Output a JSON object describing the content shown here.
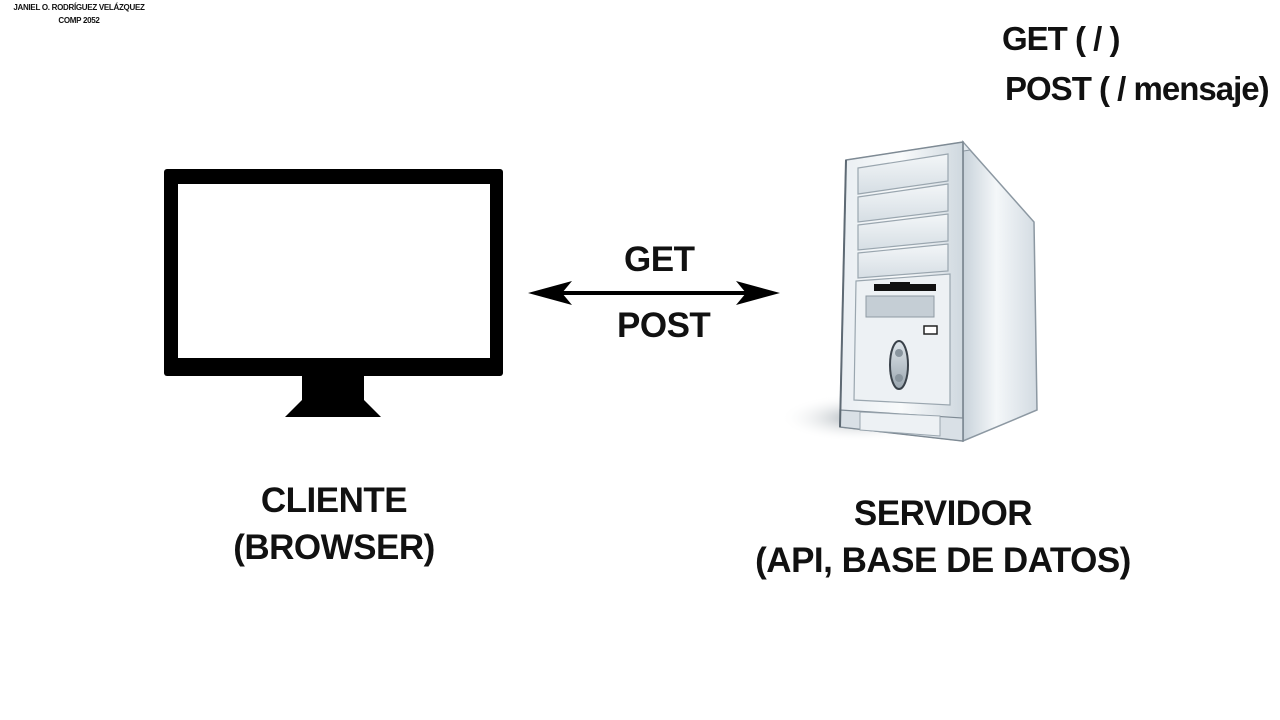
{
  "author": {
    "name": "JANIEL O. RODRÍGUEZ VELÁZQUEZ",
    "course": "COMP 2052"
  },
  "routes": {
    "line1": "GET ( / )",
    "line2": "POST ( / mensaje)"
  },
  "connection": {
    "top_label": "GET",
    "bottom_label": "POST"
  },
  "client": {
    "line1": "CLIENTE",
    "line2": "(BROWSER)",
    "icon": "monitor-icon"
  },
  "server": {
    "line1": "SERVIDOR",
    "line2": "(API, BASE DE DATOS)",
    "icon": "server-tower-icon"
  }
}
